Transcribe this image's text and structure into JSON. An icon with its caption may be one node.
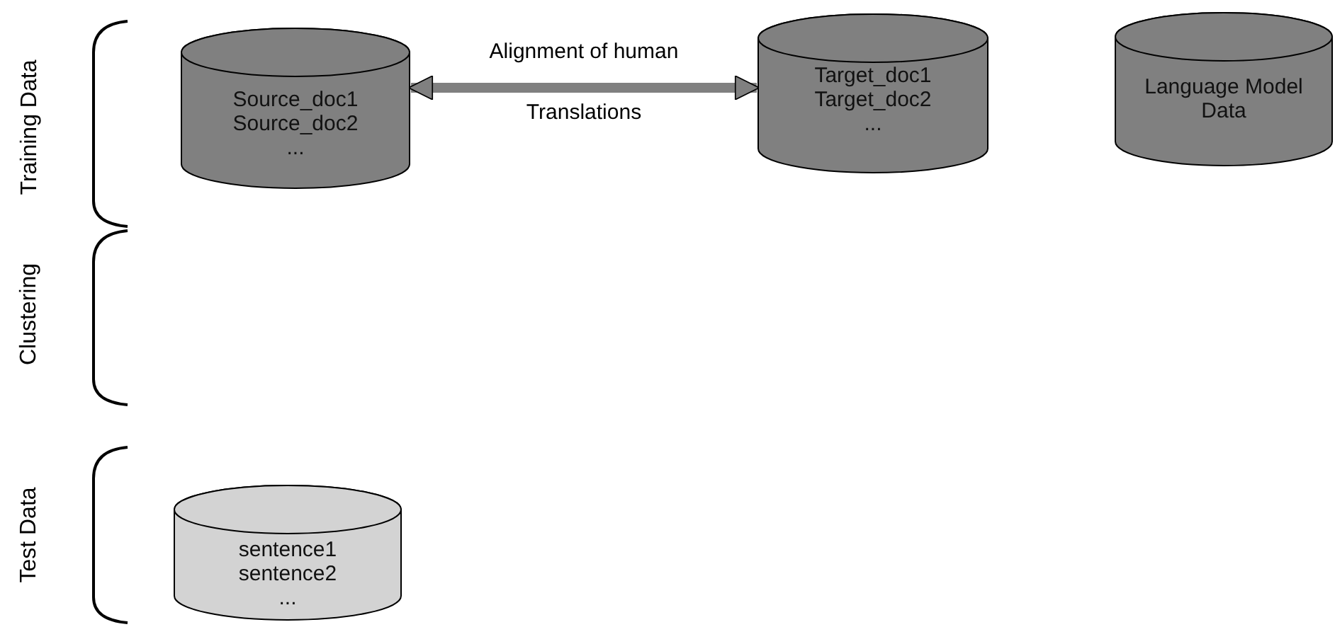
{
  "diagram": {
    "nodes": [
      {
        "text": [
          "Source_doc1",
          "Source_doc2",
          "..."
        ]
      },
      {
        "text": [
          "Target_doc1",
          "Target_doc2",
          "..."
        ]
      },
      {
        "text": [
          "Language Model Data"
        ]
      },
      {
        "text": [
          "sentence1",
          "sentence2",
          "..."
        ]
      }
    ],
    "edges": [
      {
        "from": 0,
        "to": 1,
        "arrow": "both",
        "label": "Alignment of human Translations"
      }
    ],
    "labels": [
      "Training Data",
      "Clustering",
      "Test Data"
    ]
  }
}
